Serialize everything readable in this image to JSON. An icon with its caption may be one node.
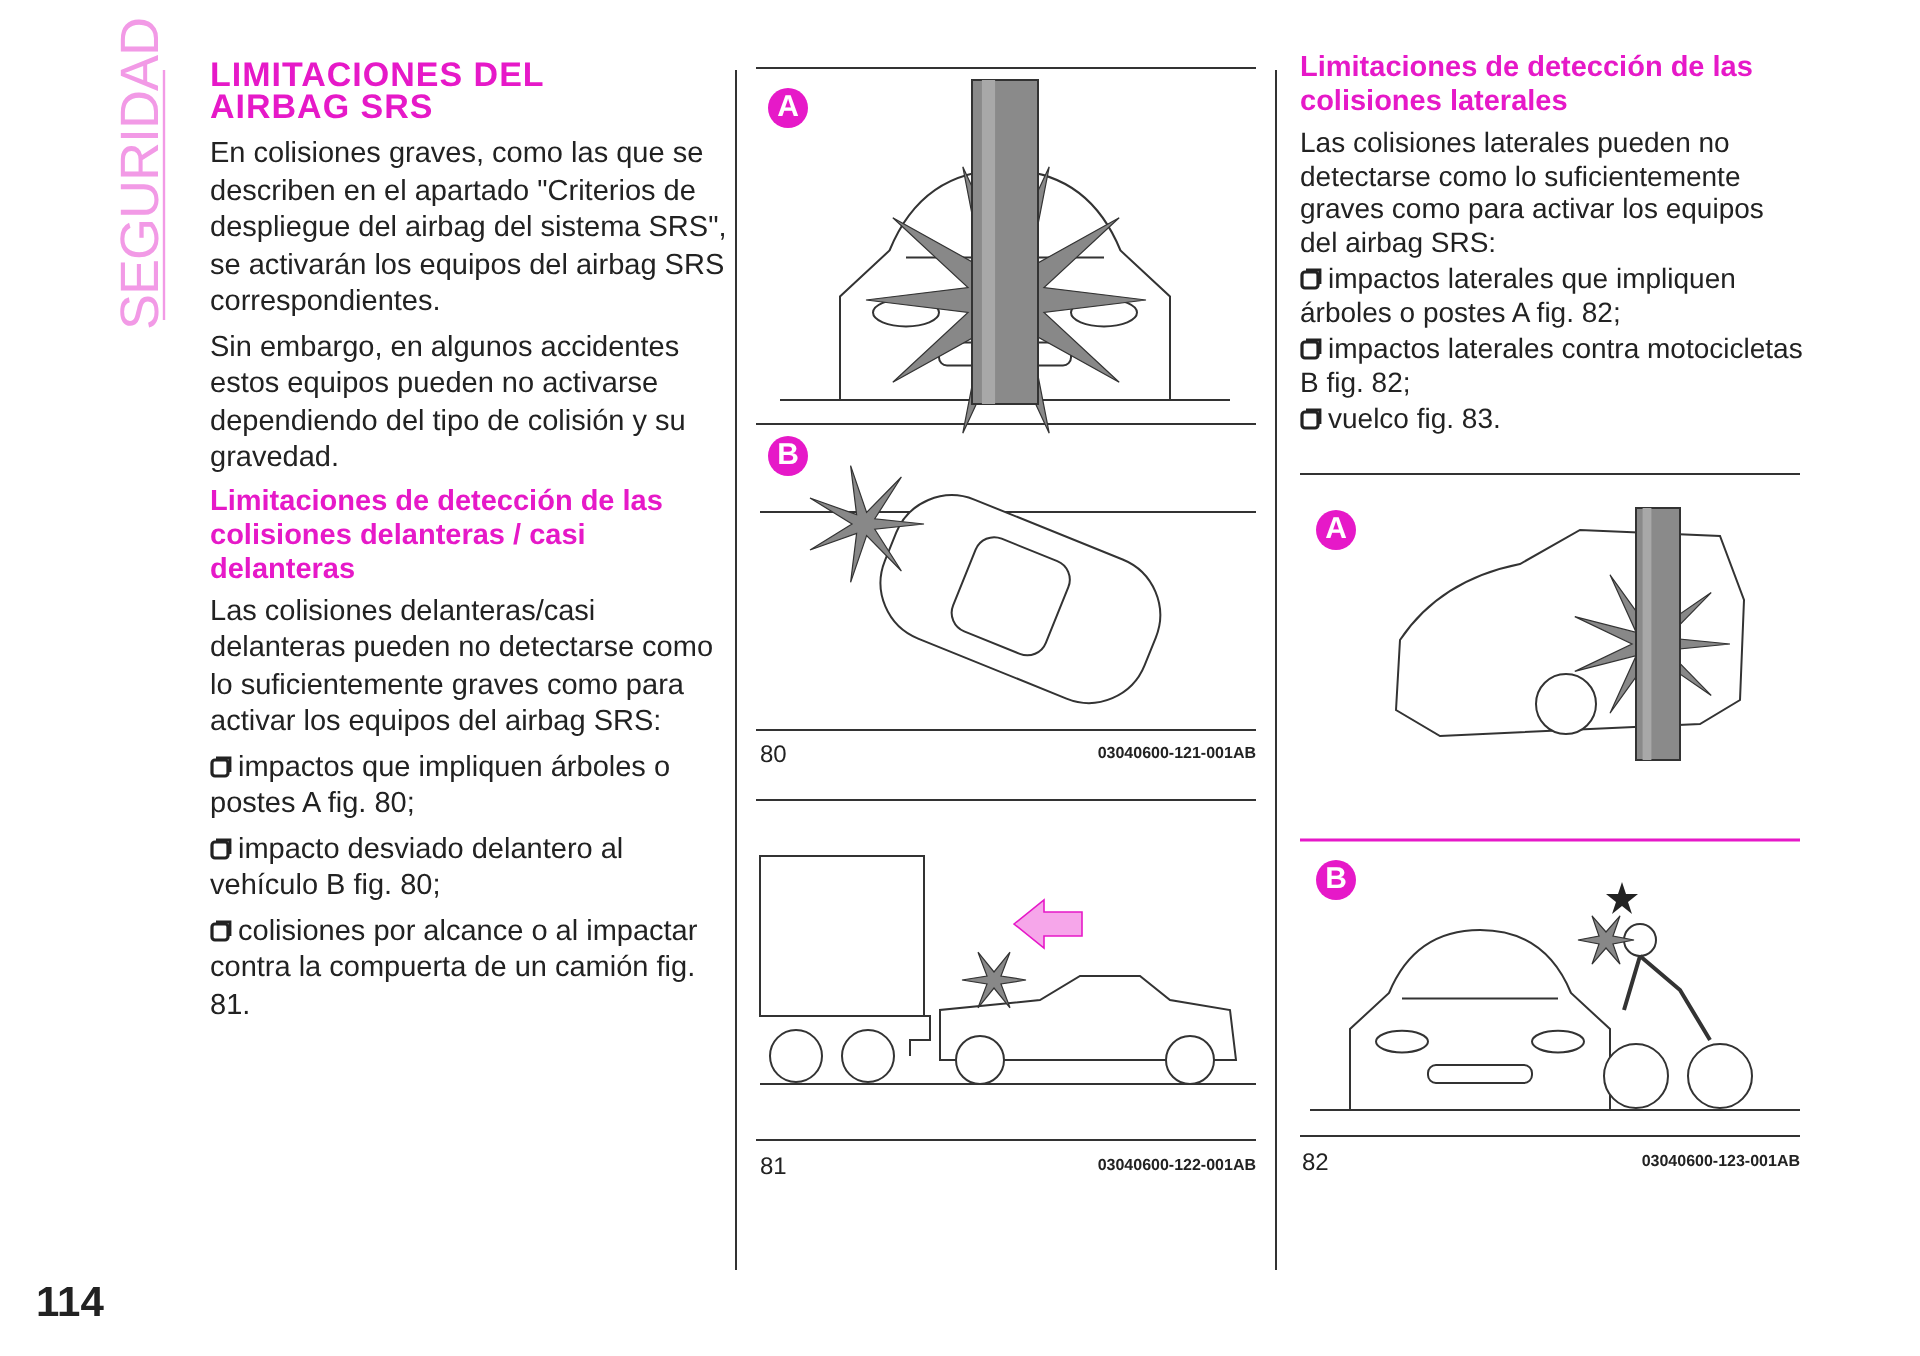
{
  "diagram": {
    "title": "LIMITACIONES DEL AIRBAG SRS",
    "labels": [
      "SEGURIDAD",
      "En colisiones graves, como las que se describen en el apartado \"Criterios de despliegue del airbag del sistema SRS\", se activarán los equipos del airbag SRS correspondientes.",
      "Sin embargo, en algunos accidentes estos equipos pueden no activarse dependiendo del tipo de colisión y su gravedad.",
      "Limitaciones de detección de las colisiones delanteras / casi delanteras",
      "Las colisiones delanteras/casi delanteras pueden no detectarse como lo suficientemente graves como para activar los equipos del airbag SRS:",
      "impactos que impliquen árboles o postes A fig. 80;",
      "impacto desviado delantero al vehículo B fig. 80;",
      "colisiones por alcance o al impactar contra la compuerta de un camión fig. 81.",
      "A",
      "B",
      "80",
      "03040600-121-001AB",
      "81",
      "03040600-122-001AB",
      "Limitaciones de detección de las colisiones laterales",
      "Las colisiones laterales pueden no detectarse como lo suficientemente graves como para activar los equipos del airbag SRS:",
      "impactos laterales que impliquen árboles o postes A fig. 82;",
      "impactos laterales contra motocicletas B fig. 82;",
      "vuelco fig. 83.",
      "A",
      "B",
      "82",
      "03040600-123-001AB",
      "114"
    ]
  }
}
